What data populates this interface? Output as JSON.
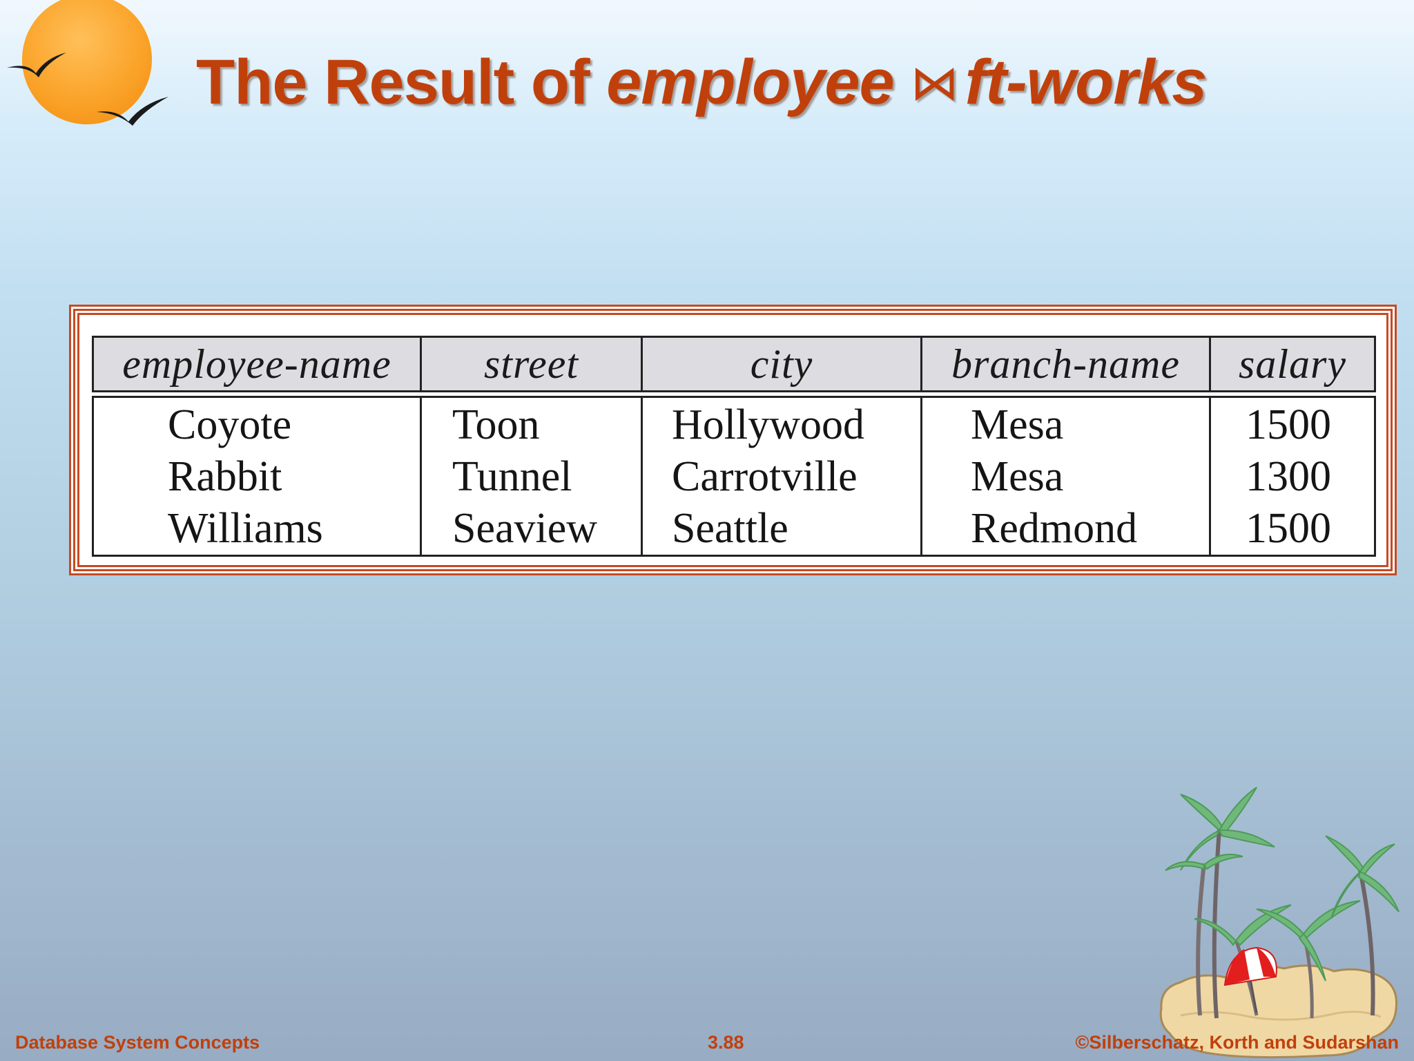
{
  "slide": {
    "title_prefix": "The Result of ",
    "title_left_relation": "employee",
    "title_join_symbol": "⋈",
    "title_right_relation": "ft-works"
  },
  "relation": {
    "headers": [
      "employee-name",
      "street",
      "city",
      "branch-name",
      "salary"
    ],
    "columns": {
      "employee_name": [
        "Coyote",
        "Rabbit",
        "Williams"
      ],
      "street": [
        "Toon",
        "Tunnel",
        "Seaview"
      ],
      "city": [
        "Hollywood",
        "Carrotville",
        "Seattle"
      ],
      "branch_name": [
        "Mesa",
        "Mesa",
        "Redmond"
      ],
      "salary": [
        "1500",
        "1300",
        "1500"
      ]
    }
  },
  "footer": {
    "left": "Database System Concepts",
    "center": "3.88",
    "right": "©Silberschatz, Korth and Sudarshan"
  },
  "theme": {
    "title_color": "#c0400c",
    "frame_color": "#c64a22",
    "header_fill": "#dddce0"
  },
  "decorations": {
    "top_left": "sun-with-birds-icon",
    "bottom_right": "palm-island-icon"
  }
}
